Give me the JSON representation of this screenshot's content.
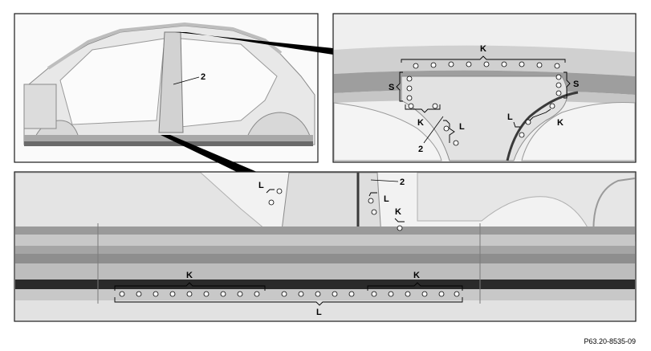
{
  "figure_id": "P63.20-8535-09",
  "callouts": {
    "part_number": "2",
    "K": "K",
    "S": "S",
    "L": "L"
  },
  "colors": {
    "frame": "#1a1a1a",
    "panel_light": "#e6e6e6",
    "panel_mid": "#c8c8c8",
    "panel_dark": "#9a9a9a",
    "sill_stripe": "#4a4a4a",
    "sill_black": "#2a2a2a"
  }
}
